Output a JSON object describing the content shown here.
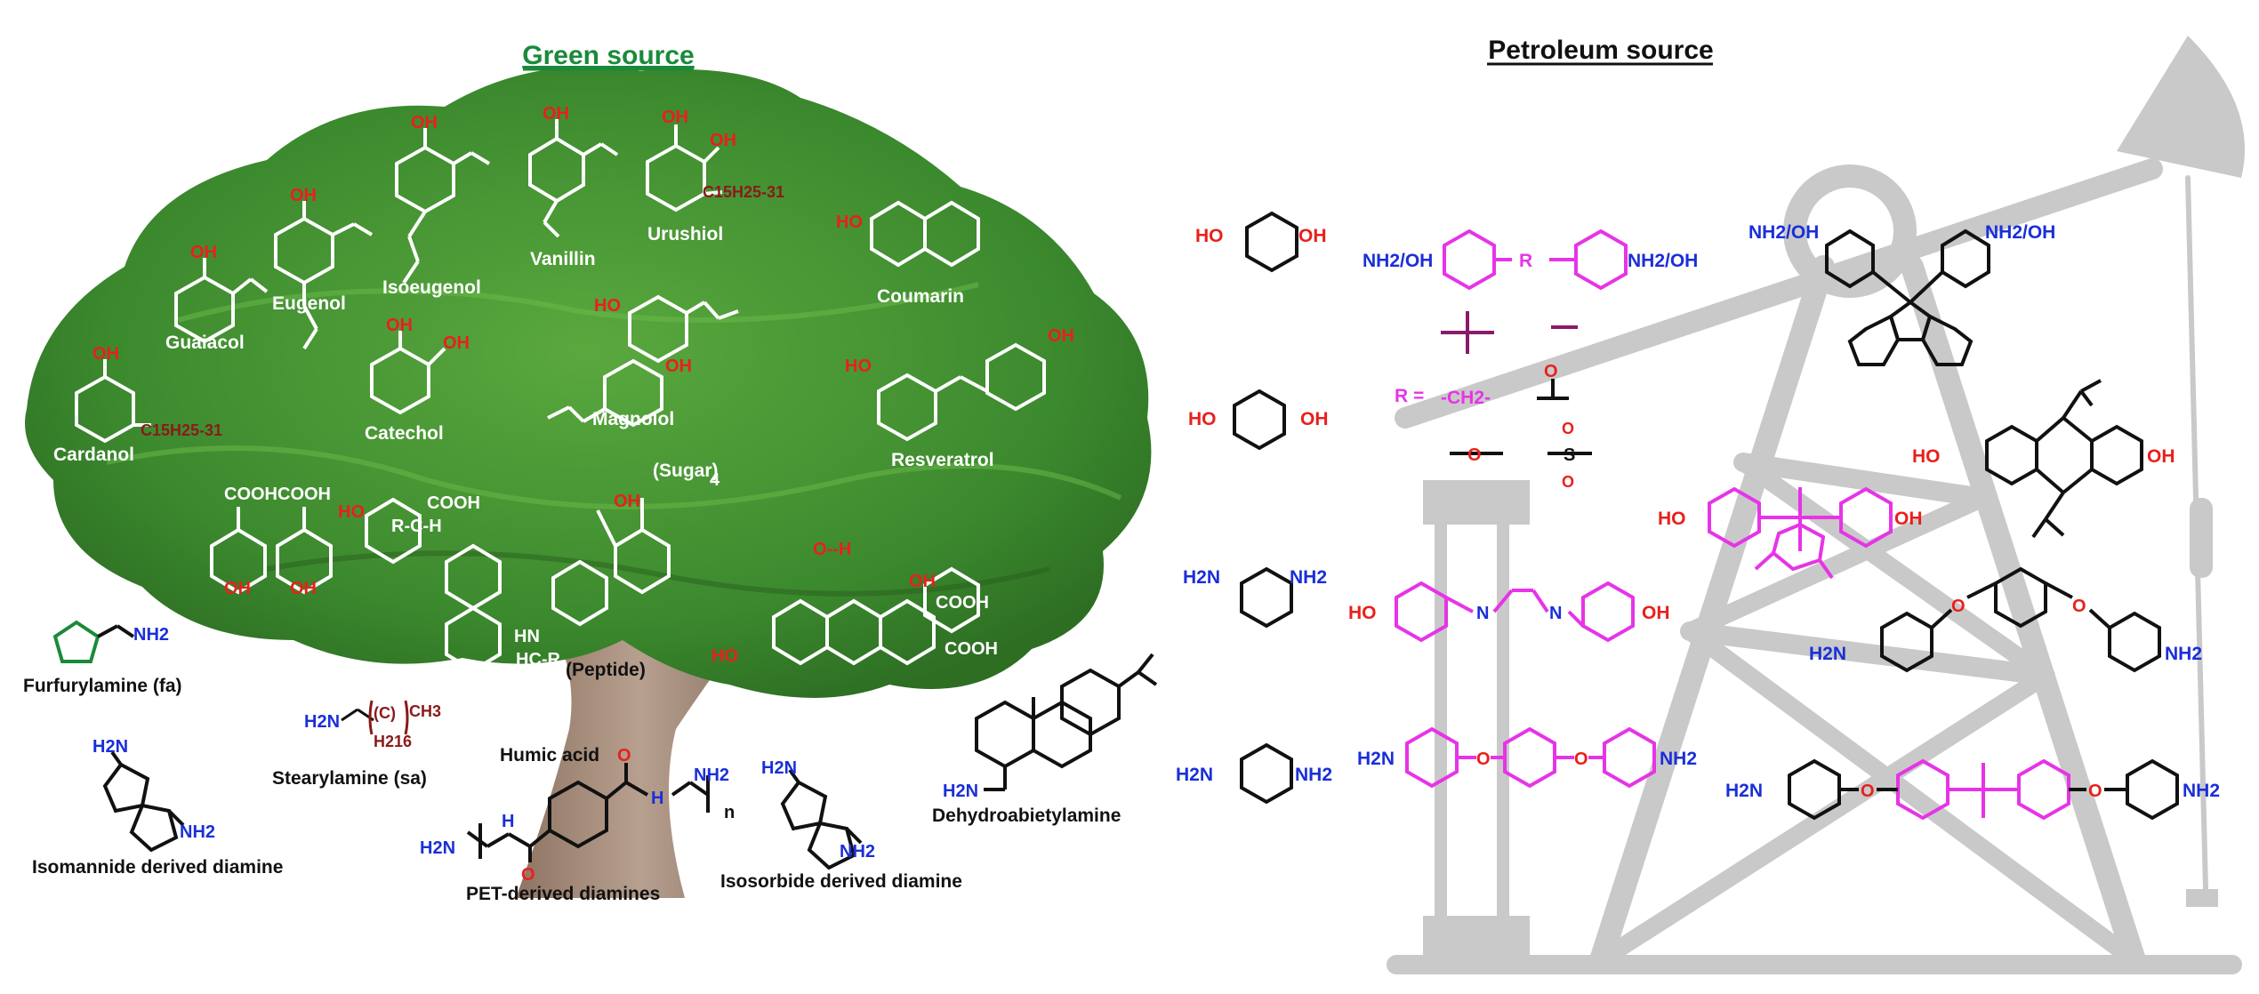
{
  "headers": {
    "green": "Green source",
    "petroleum": "Petroleum source"
  },
  "colors": {
    "green_header": "#1a8a3a",
    "hydroxyl": "#e8201c",
    "amine": "#1a2fd8",
    "magenta": "#e634e6",
    "alkyl": "#8a1a1a",
    "rig_grey": "#c9c9c9",
    "trunk": "#a48a78",
    "foliage": "#3c8a2e"
  },
  "tree_labels": {
    "guaiacol": "Guaiacol",
    "eugenol": "Eugenol",
    "isoeugenol": "Isoeugenol",
    "vanillin": "Vanillin",
    "urushiol": "Urushiol",
    "coumarin": "Coumarin",
    "cardanol": "Cardanol",
    "catechol": "Catechol",
    "magnolol": "Magnolol",
    "resveratrol": "Resveratrol",
    "sugar": "(Sugar)",
    "peptide": "(Peptide)",
    "humic": "Humic acid"
  },
  "green_amines": {
    "furfurylamine": "Furfurylamine (fa)",
    "stearylamine": "Stearylamine (sa)",
    "isomannide": "Isomannide derived diamine",
    "pet": "PET-derived diamines",
    "isosorbide": "Isosorbide derived diamine",
    "dehydroabietyl": "Dehydroabietylamine"
  },
  "chem_text": {
    "oh": "OH",
    "nh2": "NH2",
    "h2n": "H2N",
    "cooh": "COOH",
    "coohcooh": "COOHCOOH",
    "c15": "C15H25-31",
    "nh2_oh": "NH2/OH",
    "r_eq": "R =",
    "r": "R",
    "ch2": "-CH2-",
    "n": "n",
    "ho": "HO",
    "hn": "HN",
    "nh": "NH",
    "h": "H",
    "h2c": "HC",
    "c16": "(C)",
    "ch3": "CH3",
    "h216": "H216",
    "four": "4",
    "r_frag": "R-C-H",
    "hcr": "HC-R",
    "oh_h": "O--H"
  }
}
